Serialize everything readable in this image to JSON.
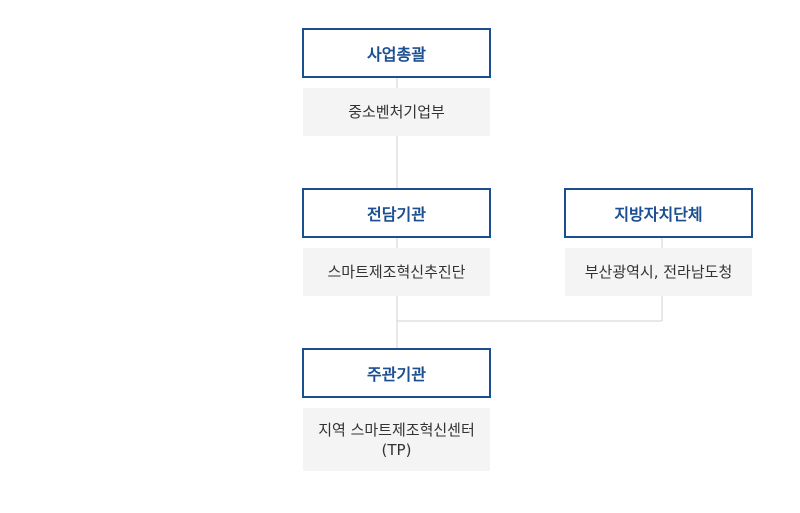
{
  "nodes": {
    "business_lead": {
      "title": "사업총괄",
      "org": "중소벤처기업부"
    },
    "dedicated_agency": {
      "title": "전담기관",
      "org": "스마트제조혁신추진단"
    },
    "local_government": {
      "title": "지방자치단체",
      "org": "부산광역시, 전라남도청"
    },
    "host_agency": {
      "title": "주관기관",
      "org_line1": "지역 스마트제조혁신센터",
      "org_line2": "(TP)"
    }
  },
  "colors": {
    "title_text": "#1b4f91",
    "title_border": "#1b4f91",
    "desc_bg": "#f4f4f4",
    "connector": "#d2d2d2"
  }
}
